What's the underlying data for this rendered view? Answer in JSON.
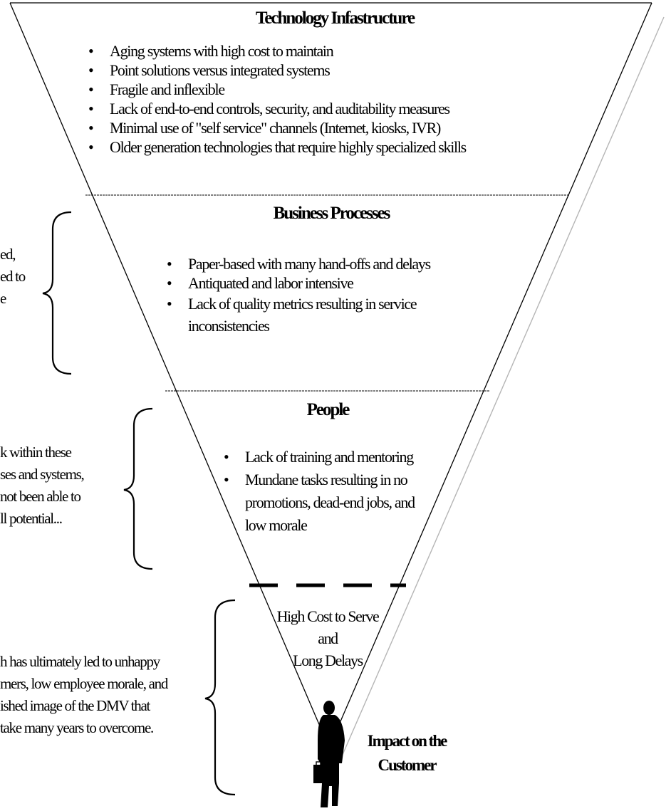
{
  "layers": [
    {
      "title": "Technology Infastructure",
      "bullets": [
        "Aging systems with high cost to maintain",
        "Point solutions versus integrated systems",
        "Fragile and inflexible",
        "Lack of end-to-end controls, security, and auditability measures",
        "Minimal use of \"self service\" channels (Internet, kiosks, IVR)",
        "Older generation technologies that require highly specialized skills"
      ]
    },
    {
      "title": "Business Processes",
      "bullets": [
        "Paper-based with many hand-offs and delays",
        "Antiquated and labor intensive",
        "Lack of quality metrics resulting in service inconsistencies"
      ]
    },
    {
      "title": "People",
      "bullets": [
        "Lack of training and mentoring",
        "Mundane tasks resulting in no promotions, dead-end jobs, and low morale"
      ]
    }
  ],
  "tip": {
    "line1": "High Cost to Serve",
    "line2": "and",
    "line3": "Long Delays"
  },
  "side_notes": [
    {
      "lines": [
        "ed,",
        "ed to",
        "e"
      ]
    },
    {
      "lines": [
        "k within these",
        "ses and systems,",
        "not been able to",
        "ll potential..."
      ]
    },
    {
      "lines": [
        "h has ultimately led to unhappy",
        "mers, low employee morale, and",
        "ished image of the DMV that",
        "take many years to overcome."
      ]
    }
  ],
  "impact": {
    "line1": "Impact on the",
    "line2": "Customer"
  },
  "figure_icon": "businessman-with-briefcase-icon"
}
